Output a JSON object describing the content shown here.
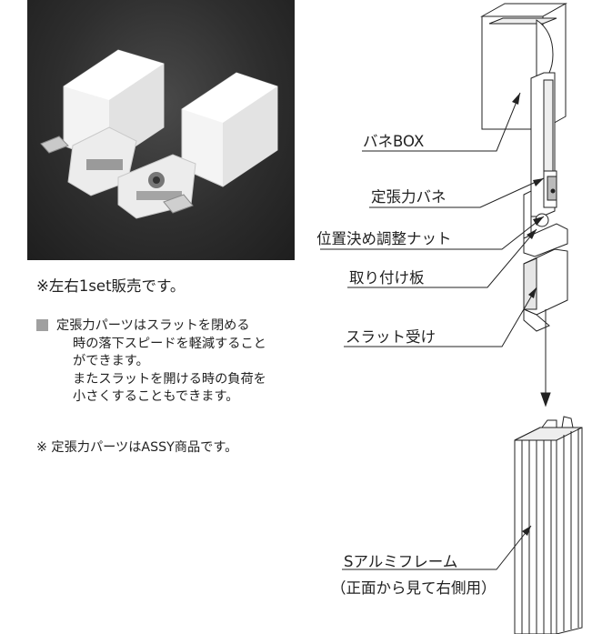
{
  "caption": "※左右1set販売です。",
  "description": {
    "lines": [
      "定張力パーツはスラットを閉める",
      "時の落下スピードを軽減すること",
      "ができます。",
      "またスラットを開ける時の負荷を",
      "小さくすることもできます。"
    ]
  },
  "note": "※ 定張力パーツはASSY商品です。",
  "labels": {
    "spring_box": "バネBOX",
    "constant_spring": "定張力バネ",
    "position_nut": "位置決め調整ナット",
    "mounting_plate": "取り付け板",
    "slat_holder": "スラット受け",
    "frame_line1": "Sアルミフレーム",
    "frame_line2": "（正面から見て右側用）"
  }
}
